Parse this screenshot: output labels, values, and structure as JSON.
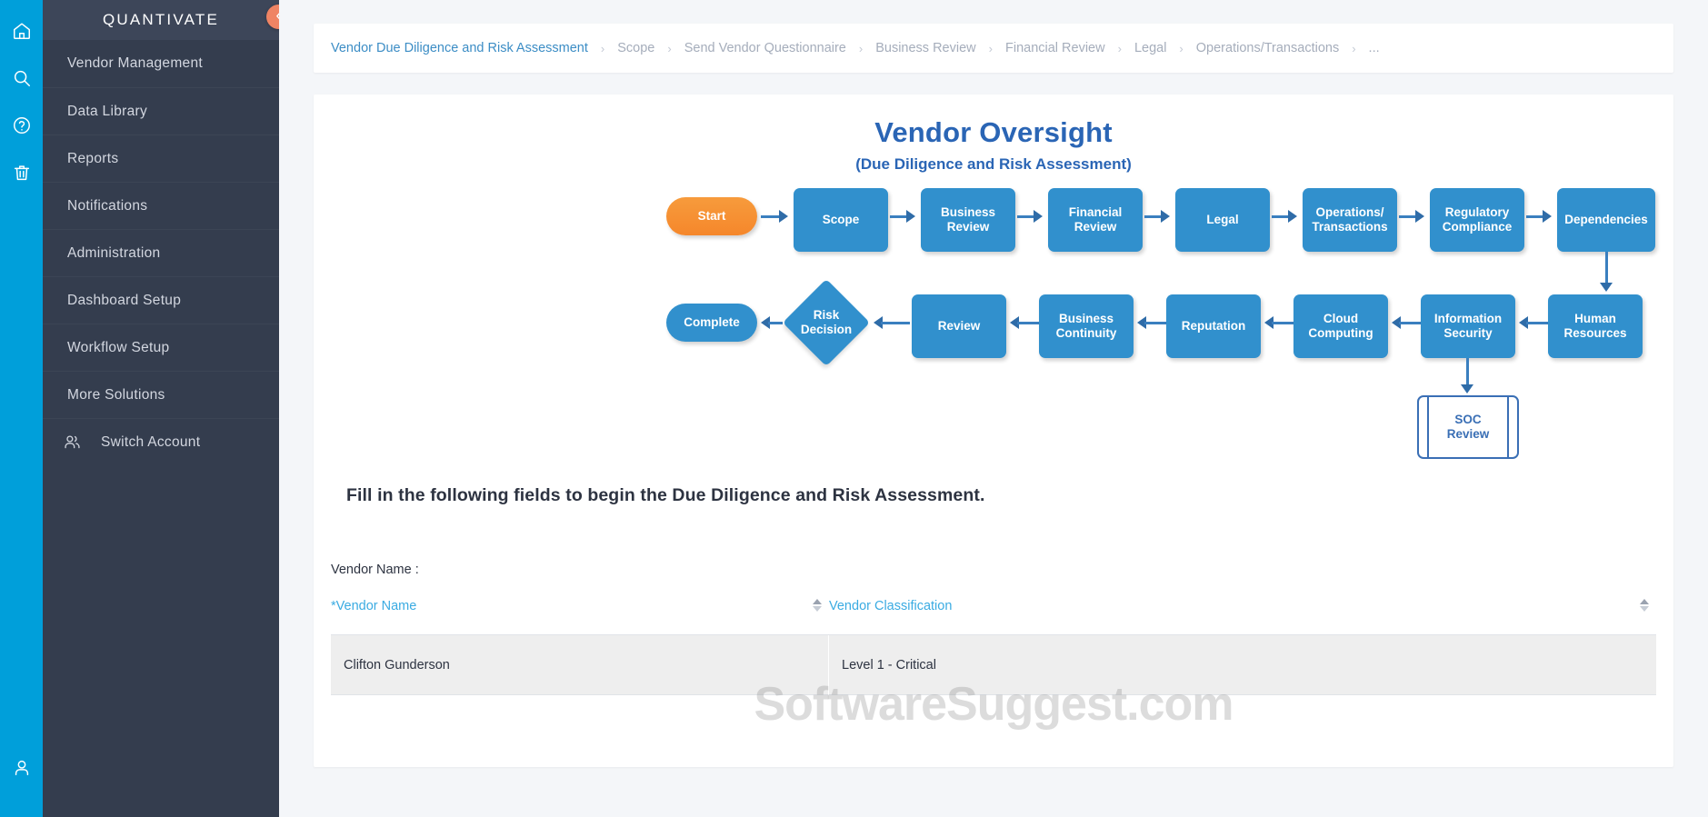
{
  "rail": {
    "icons": [
      {
        "name": "home-icon"
      },
      {
        "name": "search-icon"
      },
      {
        "name": "help-icon"
      },
      {
        "name": "trash-icon"
      }
    ],
    "bottom_icon": {
      "name": "user-account-icon"
    }
  },
  "sidebar": {
    "brand": "QUANTIVATE",
    "collapse_glyph": "‹",
    "items": [
      {
        "label": "Vendor Management",
        "icon": null
      },
      {
        "label": "Data Library",
        "icon": null
      },
      {
        "label": "Reports",
        "icon": null
      },
      {
        "label": "Notifications",
        "icon": null
      },
      {
        "label": "Administration",
        "icon": null
      },
      {
        "label": "Dashboard Setup",
        "icon": null
      },
      {
        "label": "Workflow Setup",
        "icon": null
      },
      {
        "label": "More Solutions",
        "icon": null
      },
      {
        "label": "Switch Account",
        "icon": "users-icon"
      }
    ]
  },
  "breadcrumb": {
    "separator": "›",
    "items": [
      {
        "label": "Vendor Due Diligence and Risk Assessment",
        "active": true
      },
      {
        "label": "Scope",
        "active": false
      },
      {
        "label": "Send Vendor Questionnaire",
        "active": false
      },
      {
        "label": "Business Review",
        "active": false
      },
      {
        "label": "Financial Review",
        "active": false
      },
      {
        "label": "Legal",
        "active": false
      },
      {
        "label": "Operations/Transactions",
        "active": false
      },
      {
        "label": "...",
        "active": false
      }
    ]
  },
  "flowchart": {
    "title": "Vendor Oversight",
    "subtitle": "(Due Diligence and Risk Assessment)",
    "row1": [
      "Start",
      "Scope",
      "Business\nReview",
      "Financial\nReview",
      "Legal",
      "Operations/\nTransactions",
      "Regulatory\nCompliance",
      "Dependencies"
    ],
    "row2": [
      "Complete",
      "Risk\nDecision",
      "Review",
      "Business\nContinuity",
      "Reputation",
      "Cloud\nComputing",
      "Information\nSecurity",
      "Human\nResources"
    ],
    "row3": [
      "SOC\nReview"
    ],
    "nodes": {
      "start": "Start",
      "scope": "Scope",
      "business_review_l1": "Business",
      "business_review_l2": "Review",
      "financial_review_l1": "Financial",
      "financial_review_l2": "Review",
      "legal": "Legal",
      "operations_l1": "Operations/",
      "operations_l2": "Transactions",
      "regulatory_l1": "Regulatory",
      "regulatory_l2": "Compliance",
      "dependencies": "Dependencies",
      "complete": "Complete",
      "risk_l1": "Risk",
      "risk_l2": "Decision",
      "review": "Review",
      "continuity_l1": "Business",
      "continuity_l2": "Continuity",
      "reputation": "Reputation",
      "cloud_l1": "Cloud",
      "cloud_l2": "Computing",
      "infosec_l1": "Information",
      "infosec_l2": "Security",
      "hr_l1": "Human",
      "hr_l2": "Resources",
      "soc_l1": "SOC",
      "soc_l2": "Review"
    },
    "colors": {
      "node": "#3190cd",
      "start": "#f5872b",
      "title": "#2a65b5",
      "arrow": "#2f6ca8",
      "soc_border": "#3a6fb5"
    }
  },
  "form": {
    "instructions": "Fill in the following fields to begin the Due Diligence and Risk Assessment.",
    "vendor_name_label": "Vendor Name :"
  },
  "table": {
    "columns": [
      "*Vendor Name",
      "Vendor Classification"
    ],
    "rows": [
      {
        "vendor_name": "Clifton Gunderson",
        "vendor_classification": "Level 1 - Critical"
      }
    ]
  },
  "watermark": "SoftwareSuggest.com"
}
